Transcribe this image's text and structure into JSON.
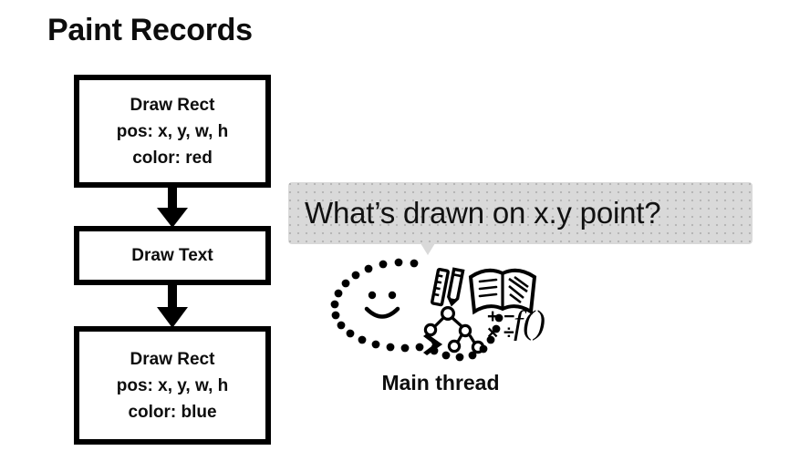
{
  "slide": {
    "title": "Paint Records",
    "background_color": "#ffffff",
    "ink_color": "#000000"
  },
  "paint_records": {
    "boxes": [
      {
        "id": "draw-rect-red",
        "lines": [
          "Draw Rect",
          "pos: x, y, w, h",
          "color: red"
        ]
      },
      {
        "id": "draw-text",
        "lines": [
          "Draw Text"
        ]
      },
      {
        "id": "draw-rect-blue",
        "lines": [
          "Draw Rect",
          "pos: x, y, w, h",
          "color: blue"
        ]
      }
    ],
    "connectors": [
      {
        "id": "arrow-1",
        "from": "draw-rect-red",
        "to": "draw-text",
        "direction": "down"
      },
      {
        "id": "arrow-2",
        "from": "draw-text",
        "to": "draw-rect-blue",
        "direction": "down"
      }
    ]
  },
  "question": {
    "text": "What’s drawn on x.y point?",
    "bubble_color": "#d9d9d9",
    "tail_direction": "down"
  },
  "thread": {
    "label": "Main thread",
    "doodle": {
      "description": "dotted oval loop with smiley face and arrowhead",
      "icons": [
        "ruler-icon",
        "pencil-icon",
        "open-book-icon",
        "tree-graph-icon",
        "math-symbols-icon",
        "function-notation-icon"
      ],
      "math_symbols_top": "+ −",
      "math_symbols_bottom": "× ÷",
      "function_notation": "f()"
    }
  }
}
